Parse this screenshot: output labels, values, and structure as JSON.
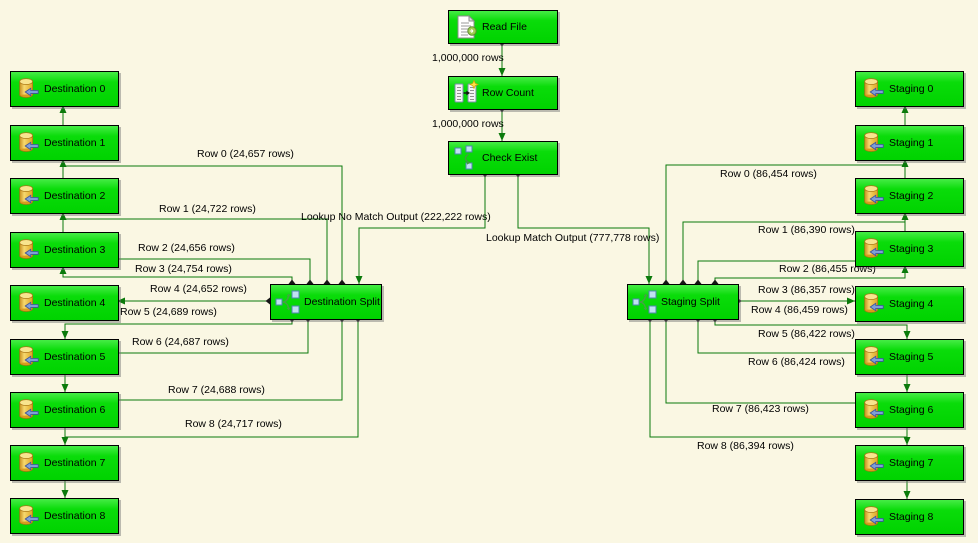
{
  "diagram": "SSIS data flow",
  "colors": {
    "background": "#FAF7E3",
    "node_fill": "#00D300",
    "node_fill_light": "#46EC46",
    "node_border": "#000000",
    "wire_green": "#0B7A0B",
    "connector_black": "#151515",
    "db_gold": "#E9B02A",
    "arrow_blue": "#7E9FD8"
  },
  "icons": [
    "file-source-icon",
    "row-count-icon",
    "lookup-icon",
    "conditional-split-icon",
    "database-icon"
  ],
  "nodes": {
    "read_file": "Read File",
    "row_count": "Row Count",
    "check_exist": "Check Exist",
    "destination_split": "Destination Split",
    "staging_split": "Staging Split",
    "destinations": [
      "Destination 0",
      "Destination 1",
      "Destination 2",
      "Destination 3",
      "Destination 4",
      "Destination 5",
      "Destination 6",
      "Destination 7",
      "Destination 8"
    ],
    "stagings": [
      "Staging 0",
      "Staging 1",
      "Staging 2",
      "Staging 3",
      "Staging 4",
      "Staging 5",
      "Staging 6",
      "Staging 7",
      "Staging 8"
    ]
  },
  "edge_labels": {
    "read_to_count": "1,000,000 rows",
    "count_to_check": "1,000,000 rows",
    "no_match": "Lookup No Match Output (222,222 rows)",
    "match": "Lookup Match Output (777,778 rows)",
    "dest_rows": [
      "Row 0 (24,657 rows)",
      "Row 1 (24,722 rows)",
      "Row 2 (24,656 rows)",
      "Row 3 (24,754 rows)",
      "Row 4 (24,652 rows)",
      "Row 5 (24,689 rows)",
      "Row 6 (24,687 rows)",
      "Row 7 (24,688 rows)",
      "Row 8 (24,717 rows)"
    ],
    "staging_rows": [
      "Row 0 (86,454 rows)",
      "Row 1 (86,390 rows)",
      "Row 2 (86,455 rows)",
      "Row 3 (86,357 rows)",
      "Row 4 (86,459 rows)",
      "Row 5 (86,422 rows)",
      "Row 6 (86,424 rows)",
      "Row 7 (86,423 rows)",
      "Row 8 (86,394 rows)"
    ]
  }
}
